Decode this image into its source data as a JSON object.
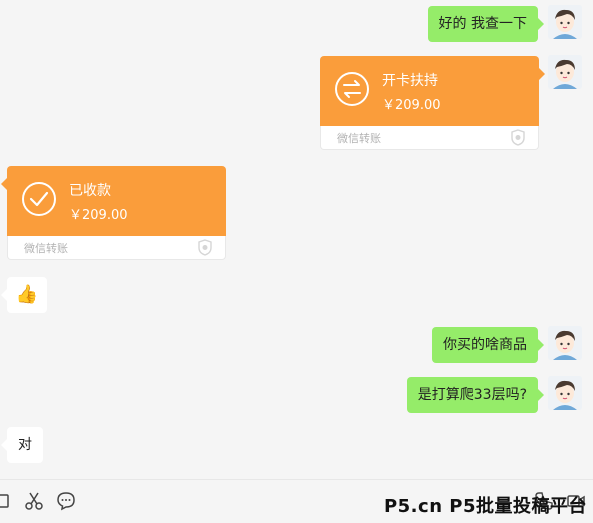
{
  "messages": [
    {
      "side": "me",
      "type": "text",
      "text": "好的 我查一下"
    },
    {
      "side": "me",
      "type": "transfer",
      "title": "开卡扶持",
      "amount": "￥209.00",
      "label": "微信转账",
      "icon": "transfer-arrows-icon"
    },
    {
      "side": "other",
      "type": "transfer",
      "title": "已收款",
      "amount": "￥209.00",
      "label": "微信转账",
      "icon": "check-icon"
    },
    {
      "side": "other",
      "type": "emoji",
      "emoji": "👍",
      "icon": "thumbs-up-icon"
    },
    {
      "side": "me",
      "type": "text",
      "text": "你买的啥商品"
    },
    {
      "side": "me",
      "type": "text",
      "text": "是打算爬33层吗?"
    },
    {
      "side": "other",
      "type": "text",
      "text": "对"
    }
  ],
  "toolbar": {
    "icons": [
      "folder-icon",
      "scissors-icon",
      "chat-bubble-icon",
      "phone-icon",
      "video-icon"
    ]
  },
  "watermark": "P5.cn P5批量投稿平台",
  "colors": {
    "background": "#f5f5f5",
    "my_bubble": "#95ec69",
    "other_bubble": "#ffffff",
    "transfer": "#fa9d3b"
  }
}
